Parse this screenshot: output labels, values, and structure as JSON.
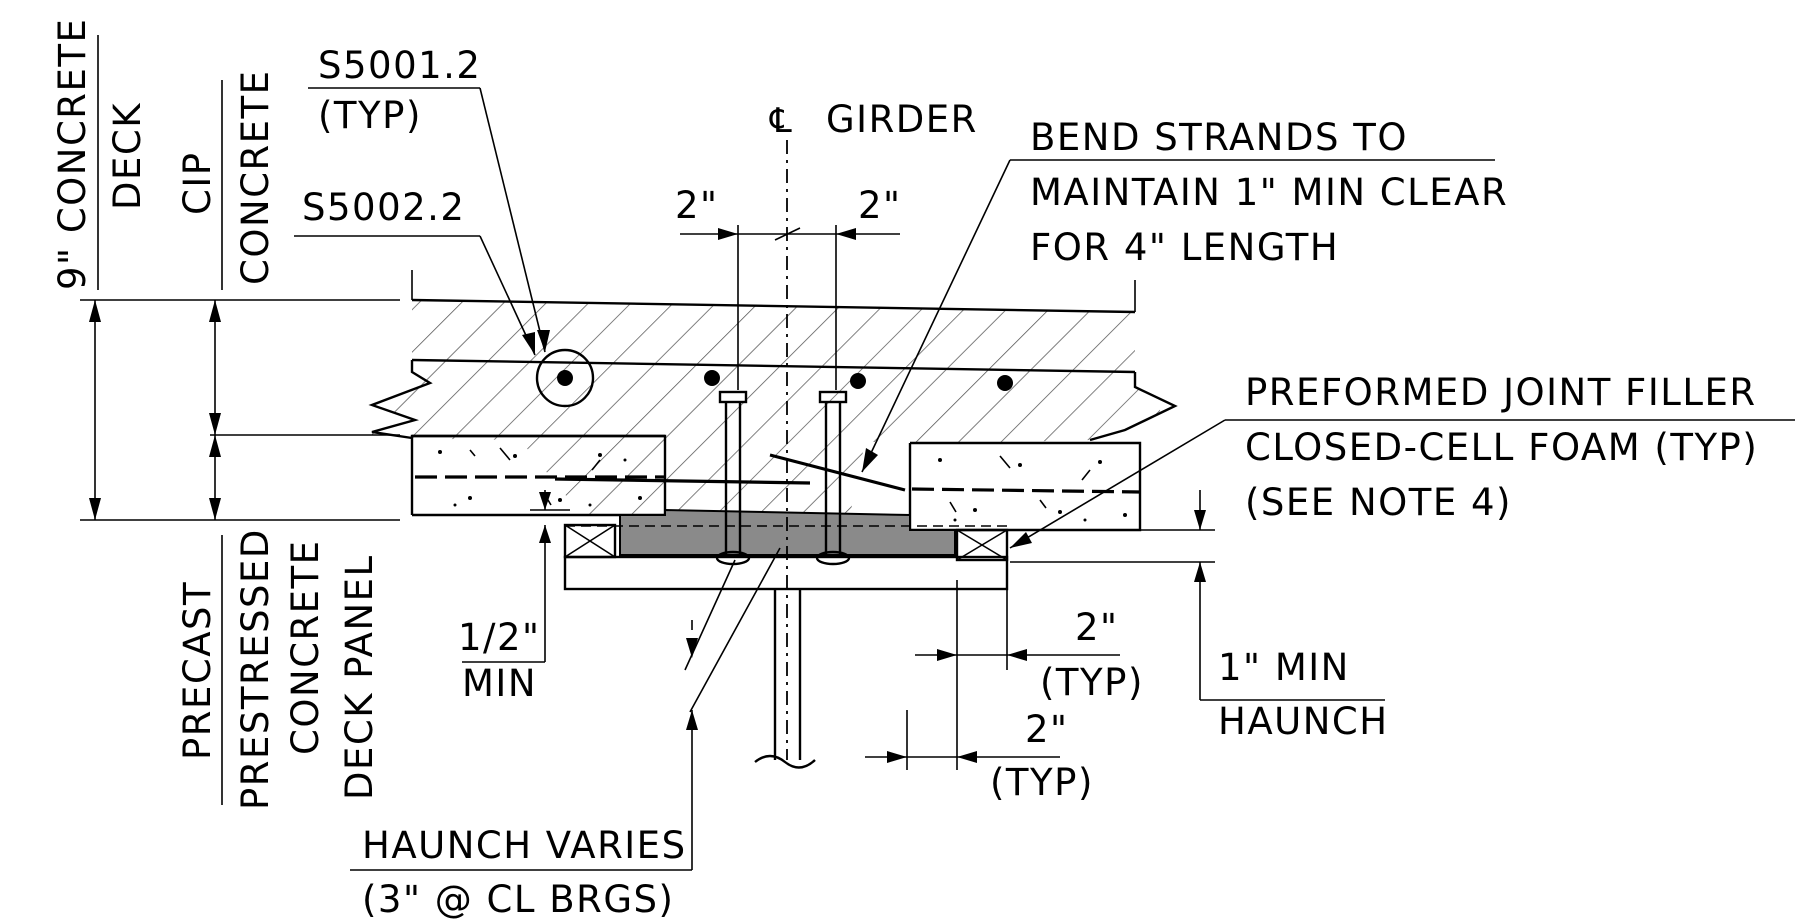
{
  "labels": {
    "callout_s50012": "S5001.2",
    "callout_s50012_sub": "(TYP)",
    "callout_s50022": "S5002.2",
    "girder_cl": "GIRDER",
    "dim_2in_left": "2\"",
    "dim_2in_right": "2\"",
    "note_bend_1": "BEND STRANDS TO",
    "note_bend_2": "MAINTAIN 1\" MIN CLEAR",
    "note_bend_3": "FOR 4\" LENGTH",
    "note_joint_1": "PREFORMED JOINT FILLER",
    "note_joint_2": "CLOSED-CELL FOAM (TYP)",
    "note_joint_3": "(SEE NOTE 4)",
    "vert_deck_1": "9\" CONCRETE",
    "vert_deck_2": "DECK",
    "vert_cip_1": "CIP",
    "vert_cip_2": "CONCRETE",
    "vert_panel_1": "PRECAST",
    "vert_panel_2": "PRESTRESSED",
    "vert_panel_3": "CONCRETE",
    "vert_panel_4": "DECK PANEL",
    "half_min_top": "1/2\"",
    "half_min_bottom": "MIN",
    "dim_2typ_a_top": "2\"",
    "dim_2typ_a_bottom": "(TYP)",
    "dim_2typ_b_top": "2\"",
    "dim_2typ_b_bottom": "(TYP)",
    "haunch_min_1": "1\" MIN",
    "haunch_min_2": "HAUNCH",
    "haunch_varies_1": "HAUNCH VARIES",
    "haunch_varies_2": "(3\" @ CL BRGS)"
  }
}
